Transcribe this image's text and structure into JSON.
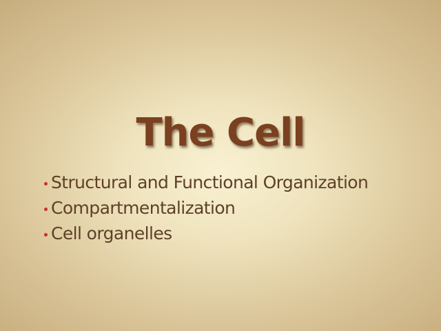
{
  "slide": {
    "title": "The Cell",
    "bullets": [
      {
        "text": "Structural and Functional Organization"
      },
      {
        "text": "Compartmentalization"
      },
      {
        "text": "Cell organelles"
      }
    ],
    "bullet_icon": "dot-icon",
    "colors": {
      "title": "#7a4020",
      "bullet_text": "#5e4128",
      "bullet_dot": "#c8302a",
      "background_center": "#f8f1d2",
      "background_edge": "#c7ad7e"
    }
  }
}
